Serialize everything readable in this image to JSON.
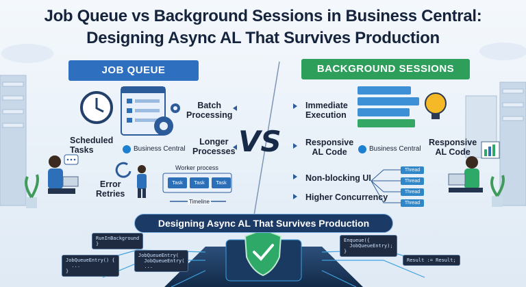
{
  "title_line1": "Job Queue vs Background Sessions in Business Central:",
  "title_line2": "Designing Async AL That Survives Production",
  "left": {
    "banner": "JOB QUEUE",
    "features": {
      "batch": "Batch\nProcessing",
      "scheduled": "Scheduled\nTasks",
      "longer": "Longer\nProcesses",
      "error": "Error\nRetries"
    },
    "bc_label": "Business Central",
    "worker_label": "Worker process",
    "tasks": [
      "Task",
      "Task",
      "Task"
    ],
    "timeline": "Timeline"
  },
  "vs": "VS",
  "right": {
    "banner": "BACKGROUND SESSIONS",
    "features": {
      "immediate": "Immediate\nExecution",
      "responsive_left": "Responsive\nAL Code",
      "responsive_right": "Responsive\nAL Code",
      "nonblocking": "Non-blocking UI",
      "concurrency": "Higher Concurrency"
    },
    "bc_label": "Business Central",
    "threads": [
      "Thread",
      "Thread",
      "Thread",
      "Thread"
    ]
  },
  "bottom_banner": "Designing Async AL That Survives Production",
  "code": {
    "c1": "RunInBackground\n}",
    "c2": "JobQueueEntry(\n  JobQueueEntry(\n  ...",
    "c3": "JobQueueEntry() {\n  ...\n}",
    "c4": "Enqueue({\n  JobQueueEntry);\n}",
    "c5": "Result := Result;"
  },
  "colors": {
    "job_queue": "#2f6fc0",
    "background": "#2e9e5b",
    "title": "#15233c"
  }
}
